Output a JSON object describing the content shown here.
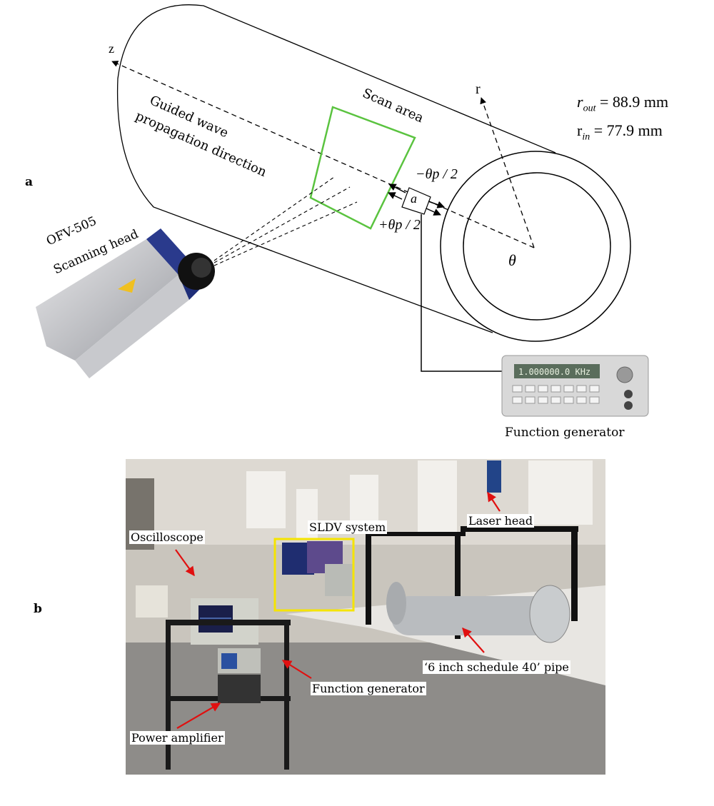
{
  "panels": {
    "a": "a",
    "b": "b"
  },
  "diagram": {
    "axis_z": "z",
    "axis_r": "r",
    "axis_theta": "θ",
    "propagation_label_line1": "Guided wave",
    "propagation_label_line2": "propagation direction",
    "scan_area": "Scan area",
    "minus_angle": "−θp / 2",
    "plus_angle": "+θp / 2",
    "transducer": "a",
    "r_out": {
      "symbol": "r",
      "sub": "out",
      "value": "= 88.9 mm"
    },
    "r_in": {
      "symbol": "r",
      "sub": "in",
      "value": "= 77.9 mm"
    },
    "scanning_head_line1": "OFV-505",
    "scanning_head_line2": "Scanning head",
    "function_generator": "Function generator",
    "fg_display": "1.000000.0 KHz",
    "colors": {
      "scan_area": "#5ac33f"
    }
  },
  "photo": {
    "labels": {
      "oscilloscope": "Oscilloscope",
      "sldv": "SLDV system",
      "laser_head": "Laser head",
      "pipe": "‘6 inch schedule 40’ pipe",
      "function_generator": "Function generator",
      "power_amplifier": "Power amplifier"
    },
    "colors": {
      "arrow": "#e01010",
      "sldv_box": "#f5e400"
    }
  }
}
